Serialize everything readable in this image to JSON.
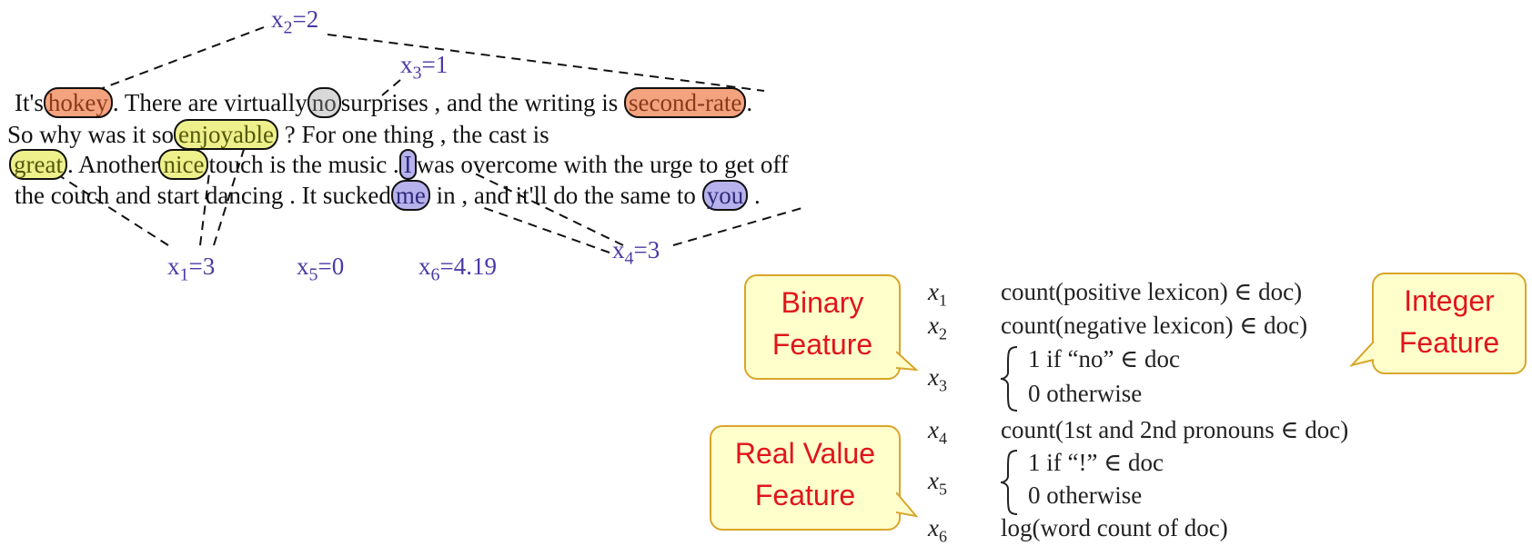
{
  "sentences": {
    "line1": {
      "a": "It's",
      "hokey": "hokey",
      "b": ". There are virtually",
      "no": "no",
      "c": "surprises , and the writing is",
      "second_rate": "second-rate",
      "d": "."
    },
    "line2": {
      "a": "So why was it so",
      "enjoyable": "enjoyable",
      "b": "? For one thing , the cast is"
    },
    "line3": {
      "great": "great",
      "a": ". Another",
      "nice": "nice",
      "b": "touch is the music .",
      "I": "I",
      "c": "was overcome with the urge to get off"
    },
    "line4": {
      "a": "the couch and start dancing .  It sucked",
      "me": "me",
      "b": "in , and it'll do the same to",
      "you": "you",
      "c": "."
    }
  },
  "feature_values": {
    "x1": {
      "var": "x",
      "sub": "1",
      "val": "=3"
    },
    "x2": {
      "var": "x",
      "sub": "2",
      "val": "=2"
    },
    "x3": {
      "var": "x",
      "sub": "3",
      "val": "=1"
    },
    "x4": {
      "var": "x",
      "sub": "4",
      "val": "=3"
    },
    "x5": {
      "var": "x",
      "sub": "5",
      "val": "=0"
    },
    "x6": {
      "var": "x",
      "sub": "6",
      "val": "=4.19"
    }
  },
  "callouts": {
    "binary": [
      "Binary",
      "Feature"
    ],
    "integer": [
      "Integer",
      "Feature"
    ],
    "real": [
      "Real Value",
      "Feature"
    ]
  },
  "features": [
    {
      "var": "x",
      "sub": "1",
      "desc": "count(positive lexicon) ∈ doc)"
    },
    {
      "var": "x",
      "sub": "2",
      "desc": "count(negative lexicon) ∈ doc)"
    },
    {
      "var": "x",
      "sub": "3",
      "case1": "1  if  “no” ∈ doc",
      "case2": "0  otherwise"
    },
    {
      "var": "x",
      "sub": "4",
      "desc": "count(1st and 2nd pronouns ∈ doc)"
    },
    {
      "var": "x",
      "sub": "5",
      "case1": "1  if  “!” ∈ doc",
      "case2": "0  otherwise"
    },
    {
      "var": "x",
      "sub": "6",
      "desc": "log(word count of doc)"
    }
  ],
  "colors": {
    "negative": "#f4a37f",
    "positive": "#eef08c",
    "neutral": "#d9d9d9",
    "pronoun": "#b7b1ec",
    "label": "#4a3aa6",
    "callout_text": "#e0151b",
    "callout_fill": "#ffffcc",
    "callout_border": "#d9a52a"
  }
}
